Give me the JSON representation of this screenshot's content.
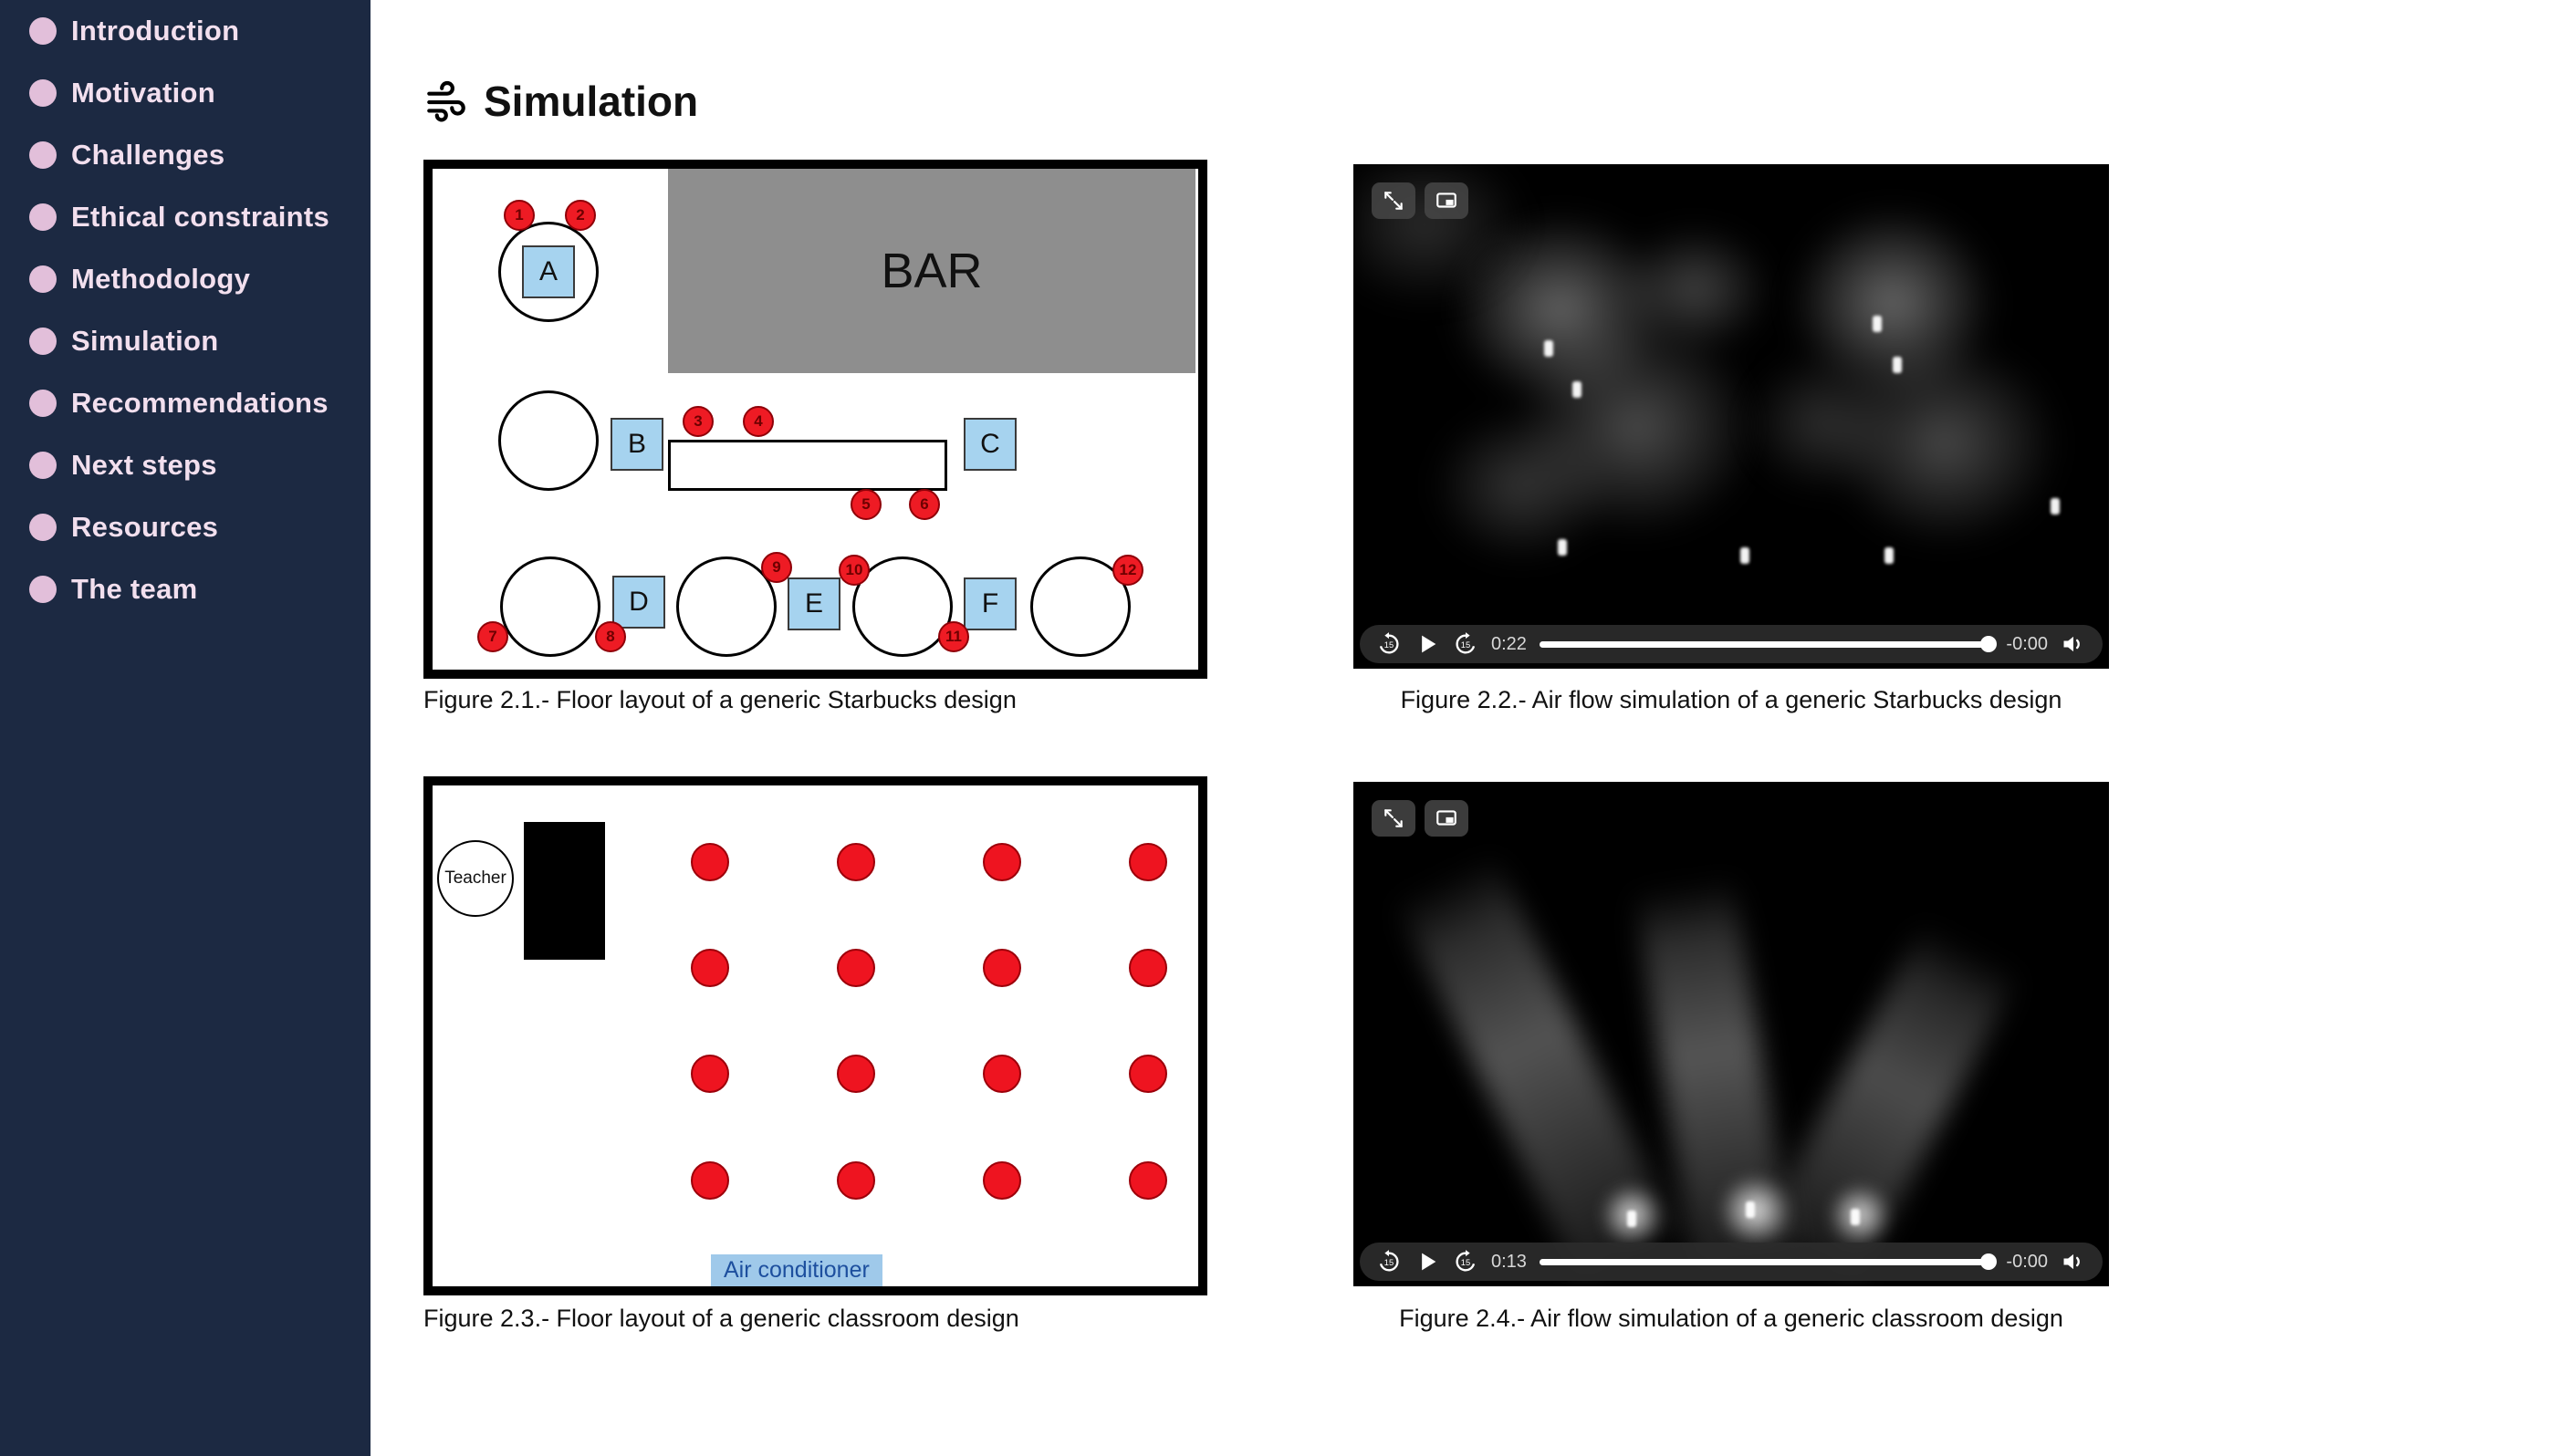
{
  "sidebar": {
    "items": [
      {
        "label": "Introduction"
      },
      {
        "label": "Motivation"
      },
      {
        "label": "Challenges"
      },
      {
        "label": "Ethical constraints"
      },
      {
        "label": "Methodology"
      },
      {
        "label": "Simulation"
      },
      {
        "label": "Recommendations"
      },
      {
        "label": "Next steps"
      },
      {
        "label": "Resources"
      },
      {
        "label": "The team"
      }
    ]
  },
  "main": {
    "heading": "Simulation"
  },
  "icons": {
    "heading": "wind-icon",
    "player": [
      "fullscreen-icon",
      "pip-icon",
      "rewind-15-icon",
      "play-icon",
      "forward-15-icon",
      "volume-icon"
    ]
  },
  "fig21": {
    "caption": "Figure 2.1.- Floor layout of a generic Starbucks design",
    "bar_label": "BAR",
    "tables": [
      "A",
      "B",
      "C",
      "D",
      "E",
      "F"
    ],
    "people": [
      "1",
      "2",
      "3",
      "4",
      "5",
      "6",
      "7",
      "8",
      "9",
      "10",
      "11",
      "12"
    ]
  },
  "fig22": {
    "caption": "Figure 2.2.- Air flow simulation of a generic Starbucks design",
    "player": {
      "current_time": "0:22",
      "remaining_time": "-0:00"
    }
  },
  "fig23": {
    "caption": "Figure 2.3.- Floor layout of a generic classroom design",
    "teacher_label": "Teacher",
    "ac_label": "Air conditioner"
  },
  "fig24": {
    "caption": "Figure 2.4.- Air flow simulation of a generic classroom design",
    "player": {
      "current_time": "0:13",
      "remaining_time": "-0:00"
    }
  },
  "colors": {
    "sidebar_bg": "#1c2942",
    "nav_accent": "#e2bfda",
    "nav_text": "#f2dfee",
    "seat_red": "#ee1b24",
    "table_blue": "#a6d3ef",
    "bar_gray": "#8e8e8e",
    "ac_bg": "#9fc9ea",
    "ac_text": "#1d4f9e"
  }
}
